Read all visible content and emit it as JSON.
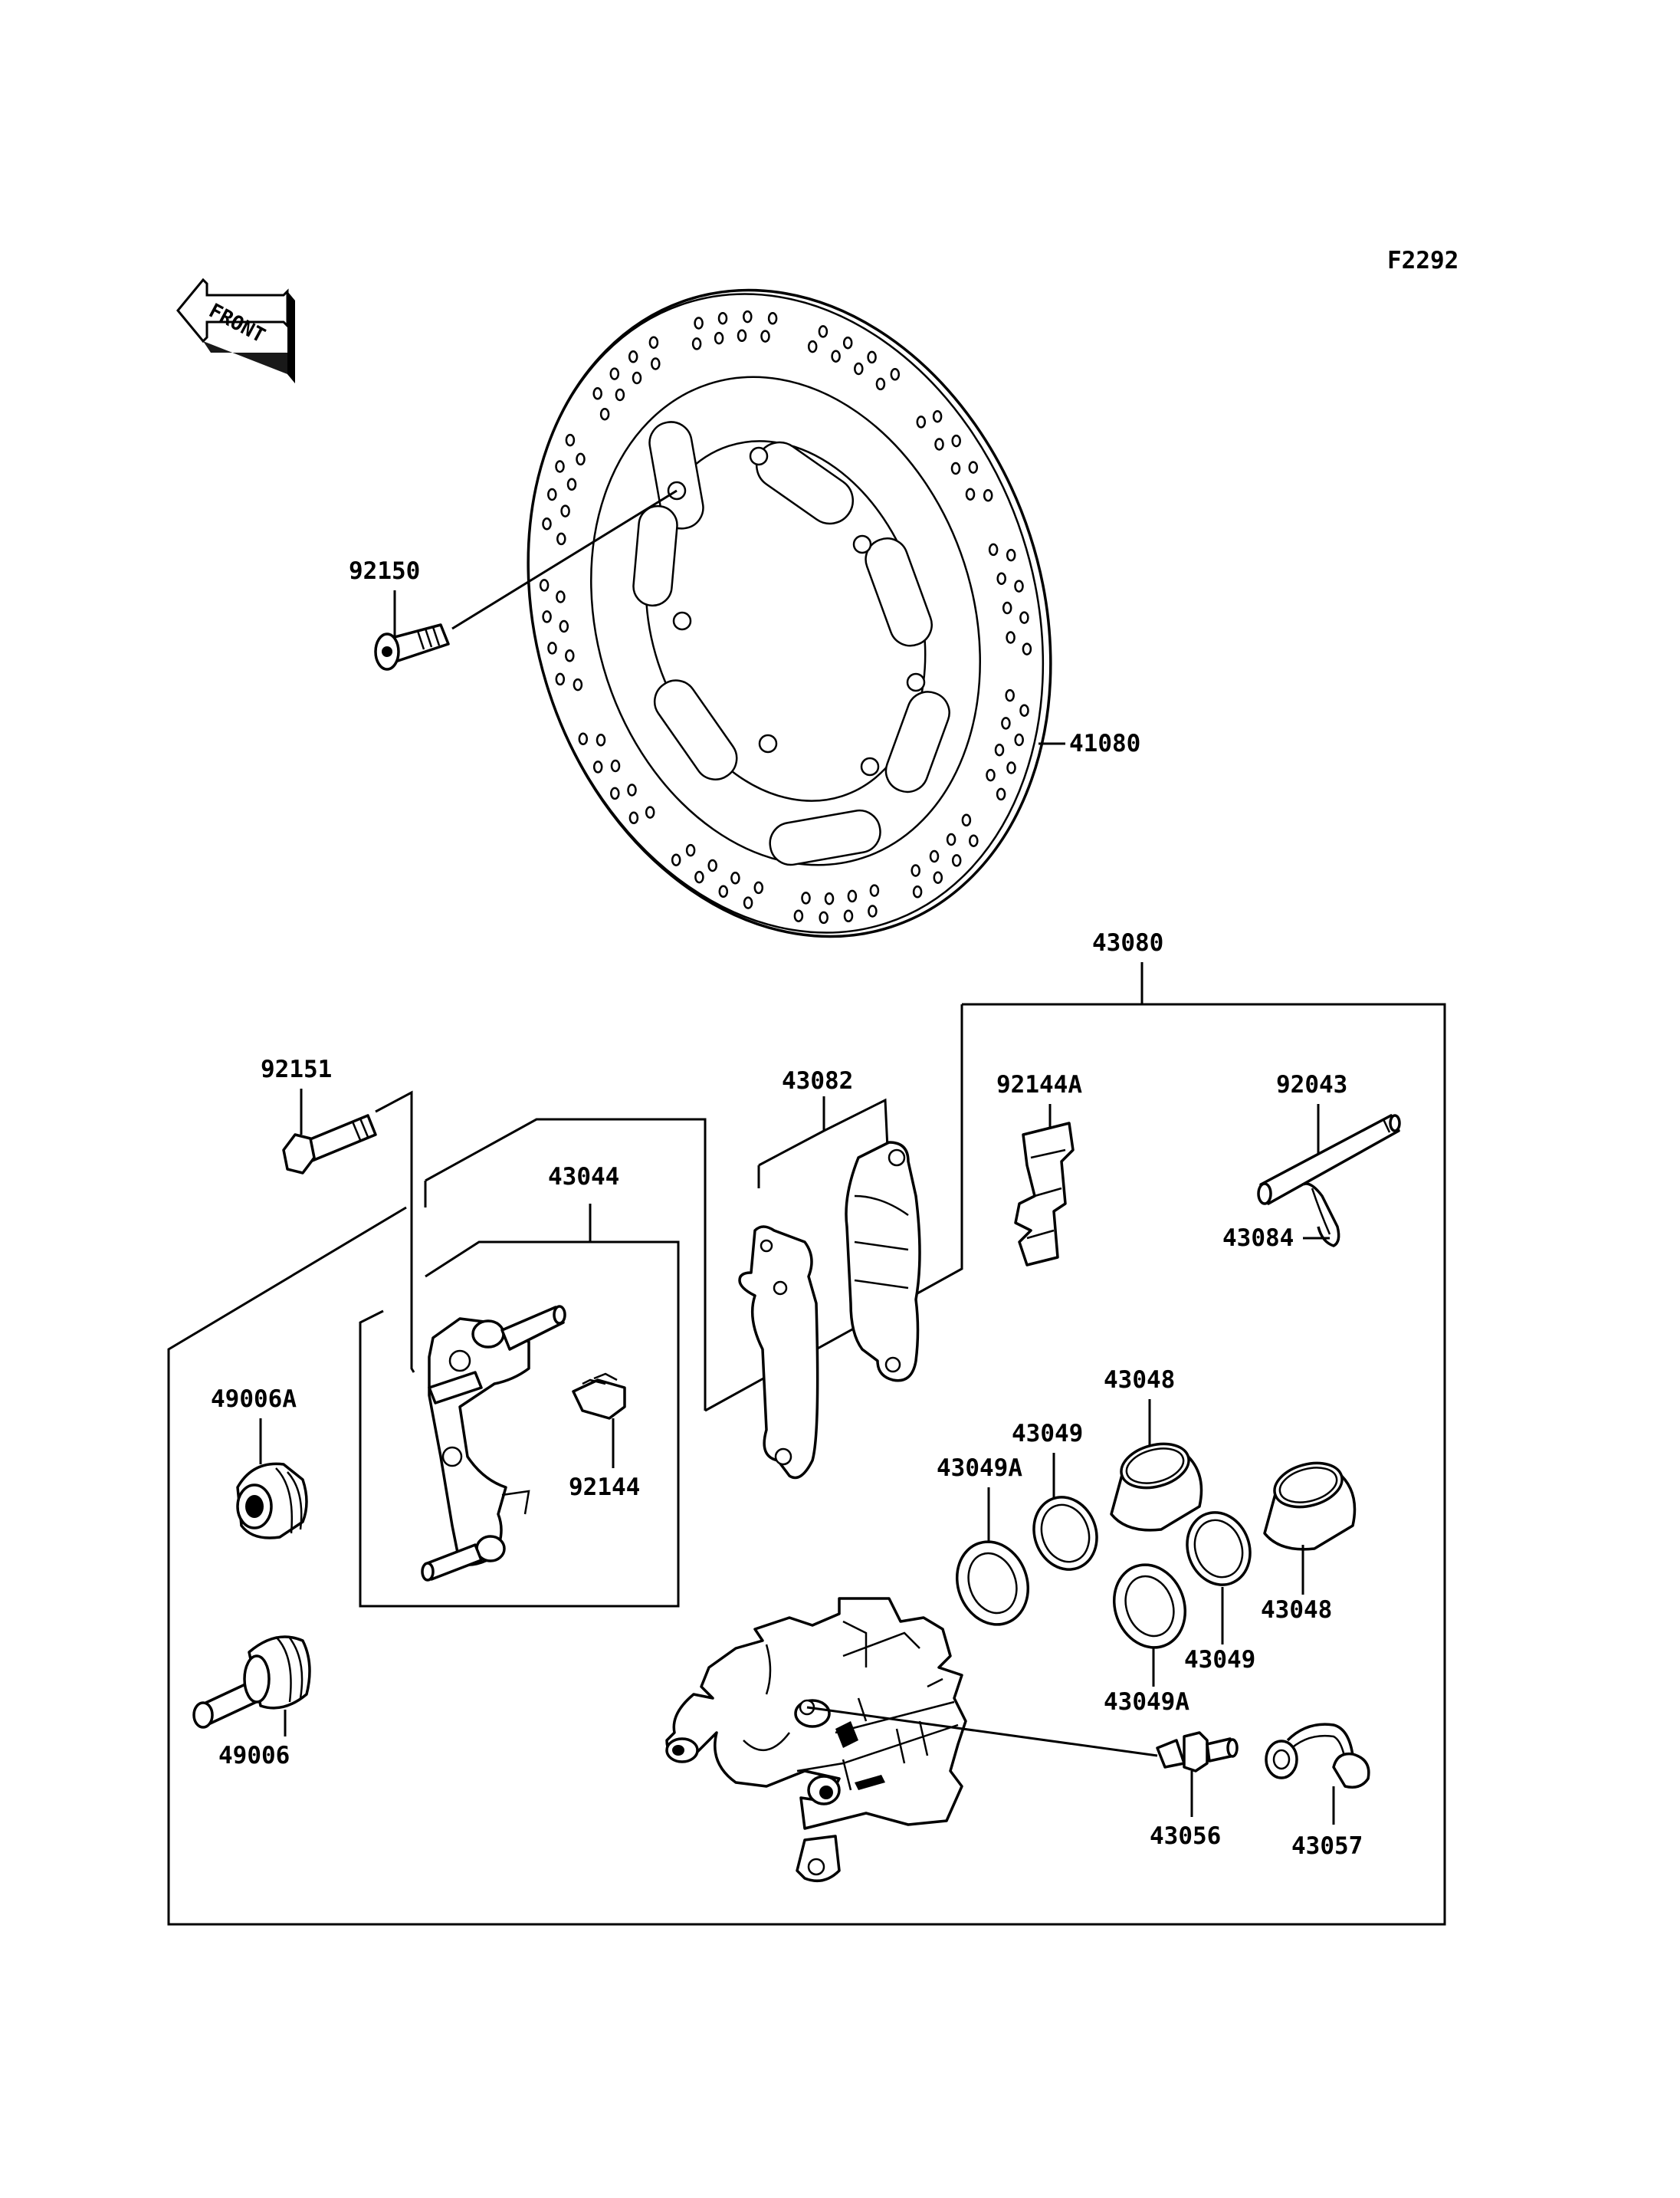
{
  "diagram_code": "F2292",
  "front_arrow": {
    "text": "FRONT",
    "icon": "front-arrow-icon"
  },
  "callouts": {
    "c41080": "41080",
    "c92150": "92150",
    "c43080": "43080",
    "c92151": "92151",
    "c43082": "43082",
    "c92144A": "92144A",
    "c92043": "92043",
    "c43044": "43044",
    "c43084": "43084",
    "c49006A": "49006A",
    "c92144": "92144",
    "c43048a": "43048",
    "c43049a": "43049",
    "c43049Aa": "43049A",
    "c43048b": "43048",
    "c43049b": "43049",
    "c43049Ab": "43049A",
    "c49006": "49006",
    "c43056": "43056",
    "c43057": "43057"
  }
}
